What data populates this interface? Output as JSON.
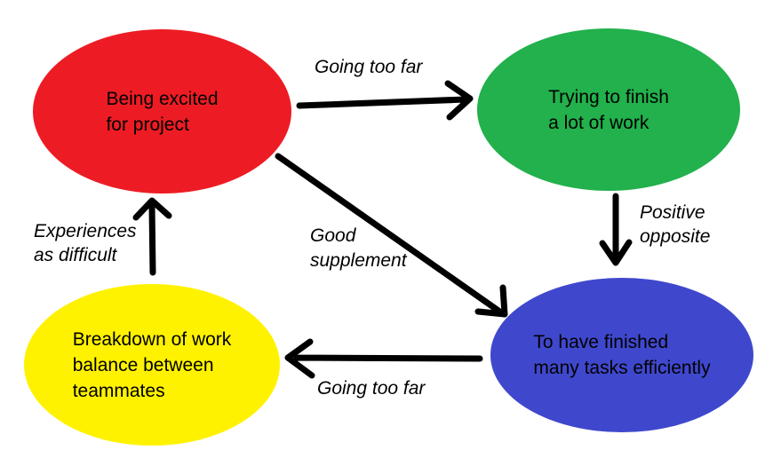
{
  "diagram": {
    "colors": {
      "background": "#ffffff",
      "line": "#000000",
      "text": "#000000"
    },
    "nodes": [
      {
        "name": "being-excited",
        "fill": "#ed1c24",
        "lines": [
          "Being excited",
          "for project"
        ]
      },
      {
        "name": "trying-to-finish",
        "fill": "#22b14c",
        "lines": [
          "Trying to finish",
          "a lot of work"
        ]
      },
      {
        "name": "finished-tasks",
        "fill": "#3f48cc",
        "lines": [
          "To have finished",
          "many tasks efficiently"
        ]
      },
      {
        "name": "work-balance-breakdown",
        "fill": "#fff200",
        "lines": [
          "Breakdown of work",
          "balance between",
          "teammates"
        ]
      }
    ],
    "edges": [
      {
        "name": "excited-to-trying",
        "label": [
          "Going too far"
        ]
      },
      {
        "name": "trying-to-finished",
        "label": [
          "Positive",
          "opposite"
        ]
      },
      {
        "name": "excited-to-finished",
        "label": [
          "Good",
          "supplement"
        ]
      },
      {
        "name": "finished-to-breakdown",
        "label": [
          "Going too far"
        ]
      },
      {
        "name": "breakdown-to-excited",
        "label": [
          "Experiences",
          "as difficult"
        ]
      }
    ]
  }
}
